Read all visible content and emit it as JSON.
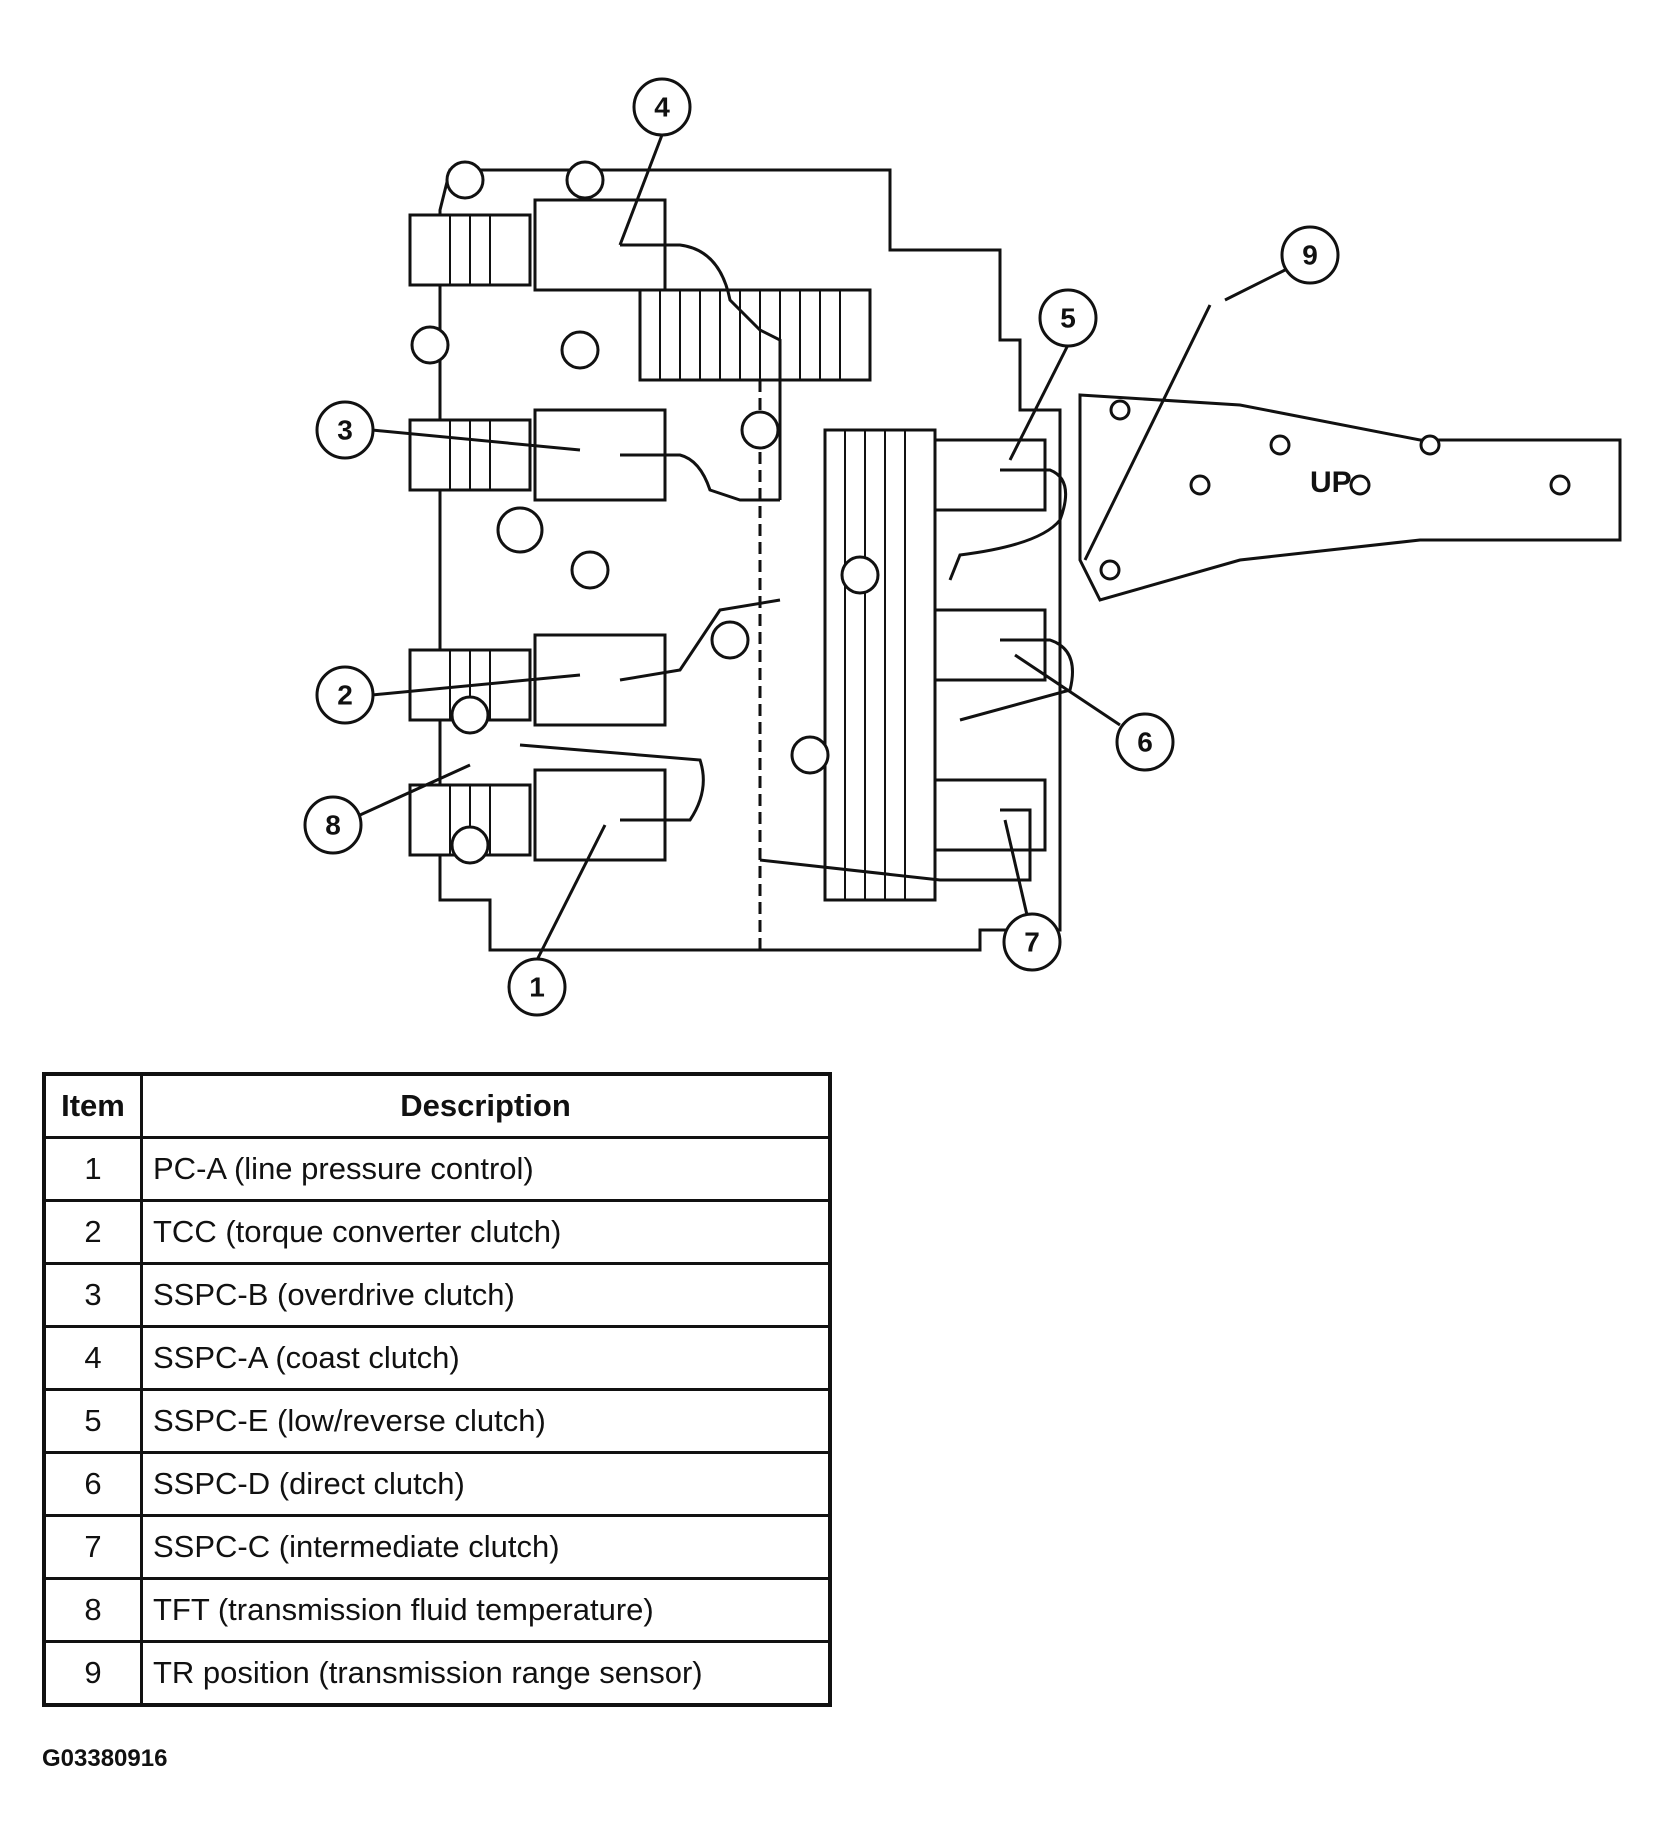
{
  "diagram": {
    "up_marking": "UP",
    "callouts": [
      "1",
      "2",
      "3",
      "4",
      "5",
      "6",
      "7",
      "8",
      "9"
    ]
  },
  "table": {
    "headers": {
      "item": "Item",
      "description": "Description"
    },
    "rows": [
      {
        "item": "1",
        "description": "PC-A (line pressure control)"
      },
      {
        "item": "2",
        "description": "TCC (torque converter clutch)"
      },
      {
        "item": "3",
        "description": "SSPC-B (overdrive clutch)"
      },
      {
        "item": "4",
        "description": "SSPC-A (coast clutch)"
      },
      {
        "item": "5",
        "description": "SSPC-E (low/reverse clutch)"
      },
      {
        "item": "6",
        "description": "SSPC-D (direct clutch)"
      },
      {
        "item": "7",
        "description": "SSPC-C (intermediate clutch)"
      },
      {
        "item": "8",
        "description": "TFT (transmission fluid temperature)"
      },
      {
        "item": "9",
        "description": "TR position (transmission range sensor)"
      }
    ]
  },
  "figure_code": "G03380916"
}
